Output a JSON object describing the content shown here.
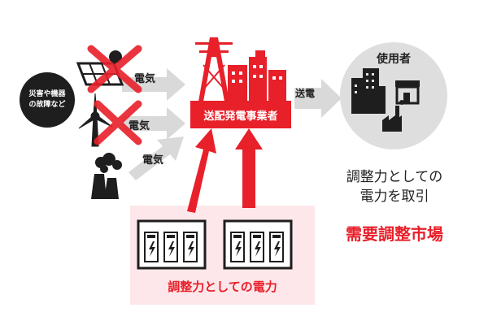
{
  "disaster_badge": {
    "line1": "災害や機器",
    "line2": "の故障など"
  },
  "sources": {
    "solar_label": "電気",
    "wind_label": "電気",
    "thermal_label": "電気"
  },
  "transmission_operator": {
    "label": "送配発電事業者"
  },
  "delivery": {
    "label": "送電"
  },
  "consumers": {
    "label": "使用者"
  },
  "balancing_box": {
    "label": "調整力としての電力"
  },
  "market_caption": {
    "line1": "調整力としての",
    "line2": "電力を取引"
  },
  "market_title": "需要調整市場",
  "colors": {
    "accent_red": "#e8202a",
    "pink_panel": "#fde7ea",
    "dark": "#1e1e1e",
    "gray_arrow": "#d9d9d9",
    "consumer_circle": "#dedede"
  }
}
